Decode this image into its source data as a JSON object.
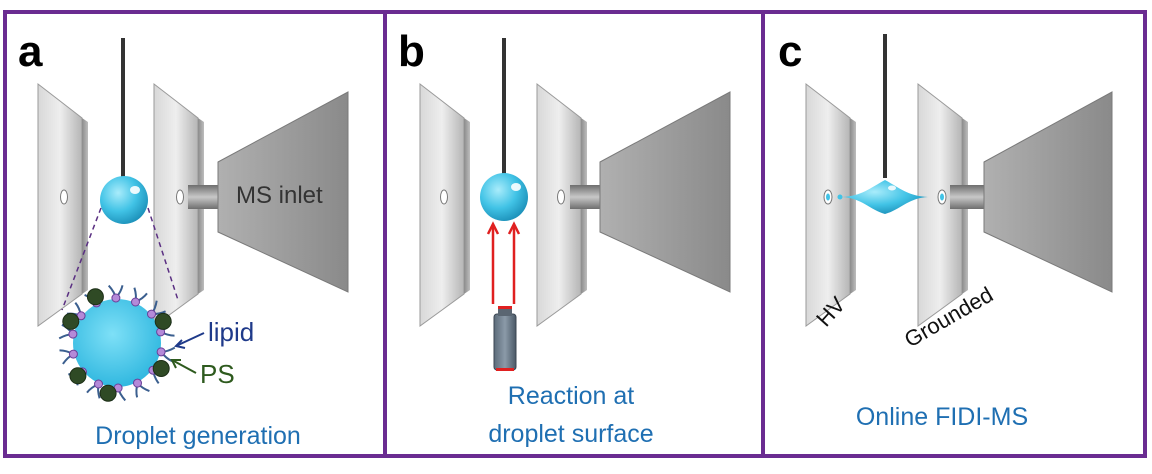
{
  "panels": [
    {
      "letter": "a",
      "caption_lines": [
        "Droplet generation"
      ],
      "labels": {
        "inlet": "MS inlet",
        "lipid": "lipid",
        "ps": "PS"
      }
    },
    {
      "letter": "b",
      "caption_lines": [
        "Reaction at",
        "droplet surface"
      ]
    },
    {
      "letter": "c",
      "caption_lines": [
        "Online FIDI-MS"
      ],
      "labels": {
        "hv": "HV",
        "grounded": "Grounded"
      }
    }
  ],
  "colors": {
    "frame": "#6a2c91",
    "caption": "#1f6fb2",
    "droplet": "#41c3e6",
    "lipid_label": "#1f3a8a",
    "ps_label": "#2e5a1e",
    "ps_particle": "#2f4a25",
    "laser": "#e02020",
    "needle": "#333333"
  }
}
